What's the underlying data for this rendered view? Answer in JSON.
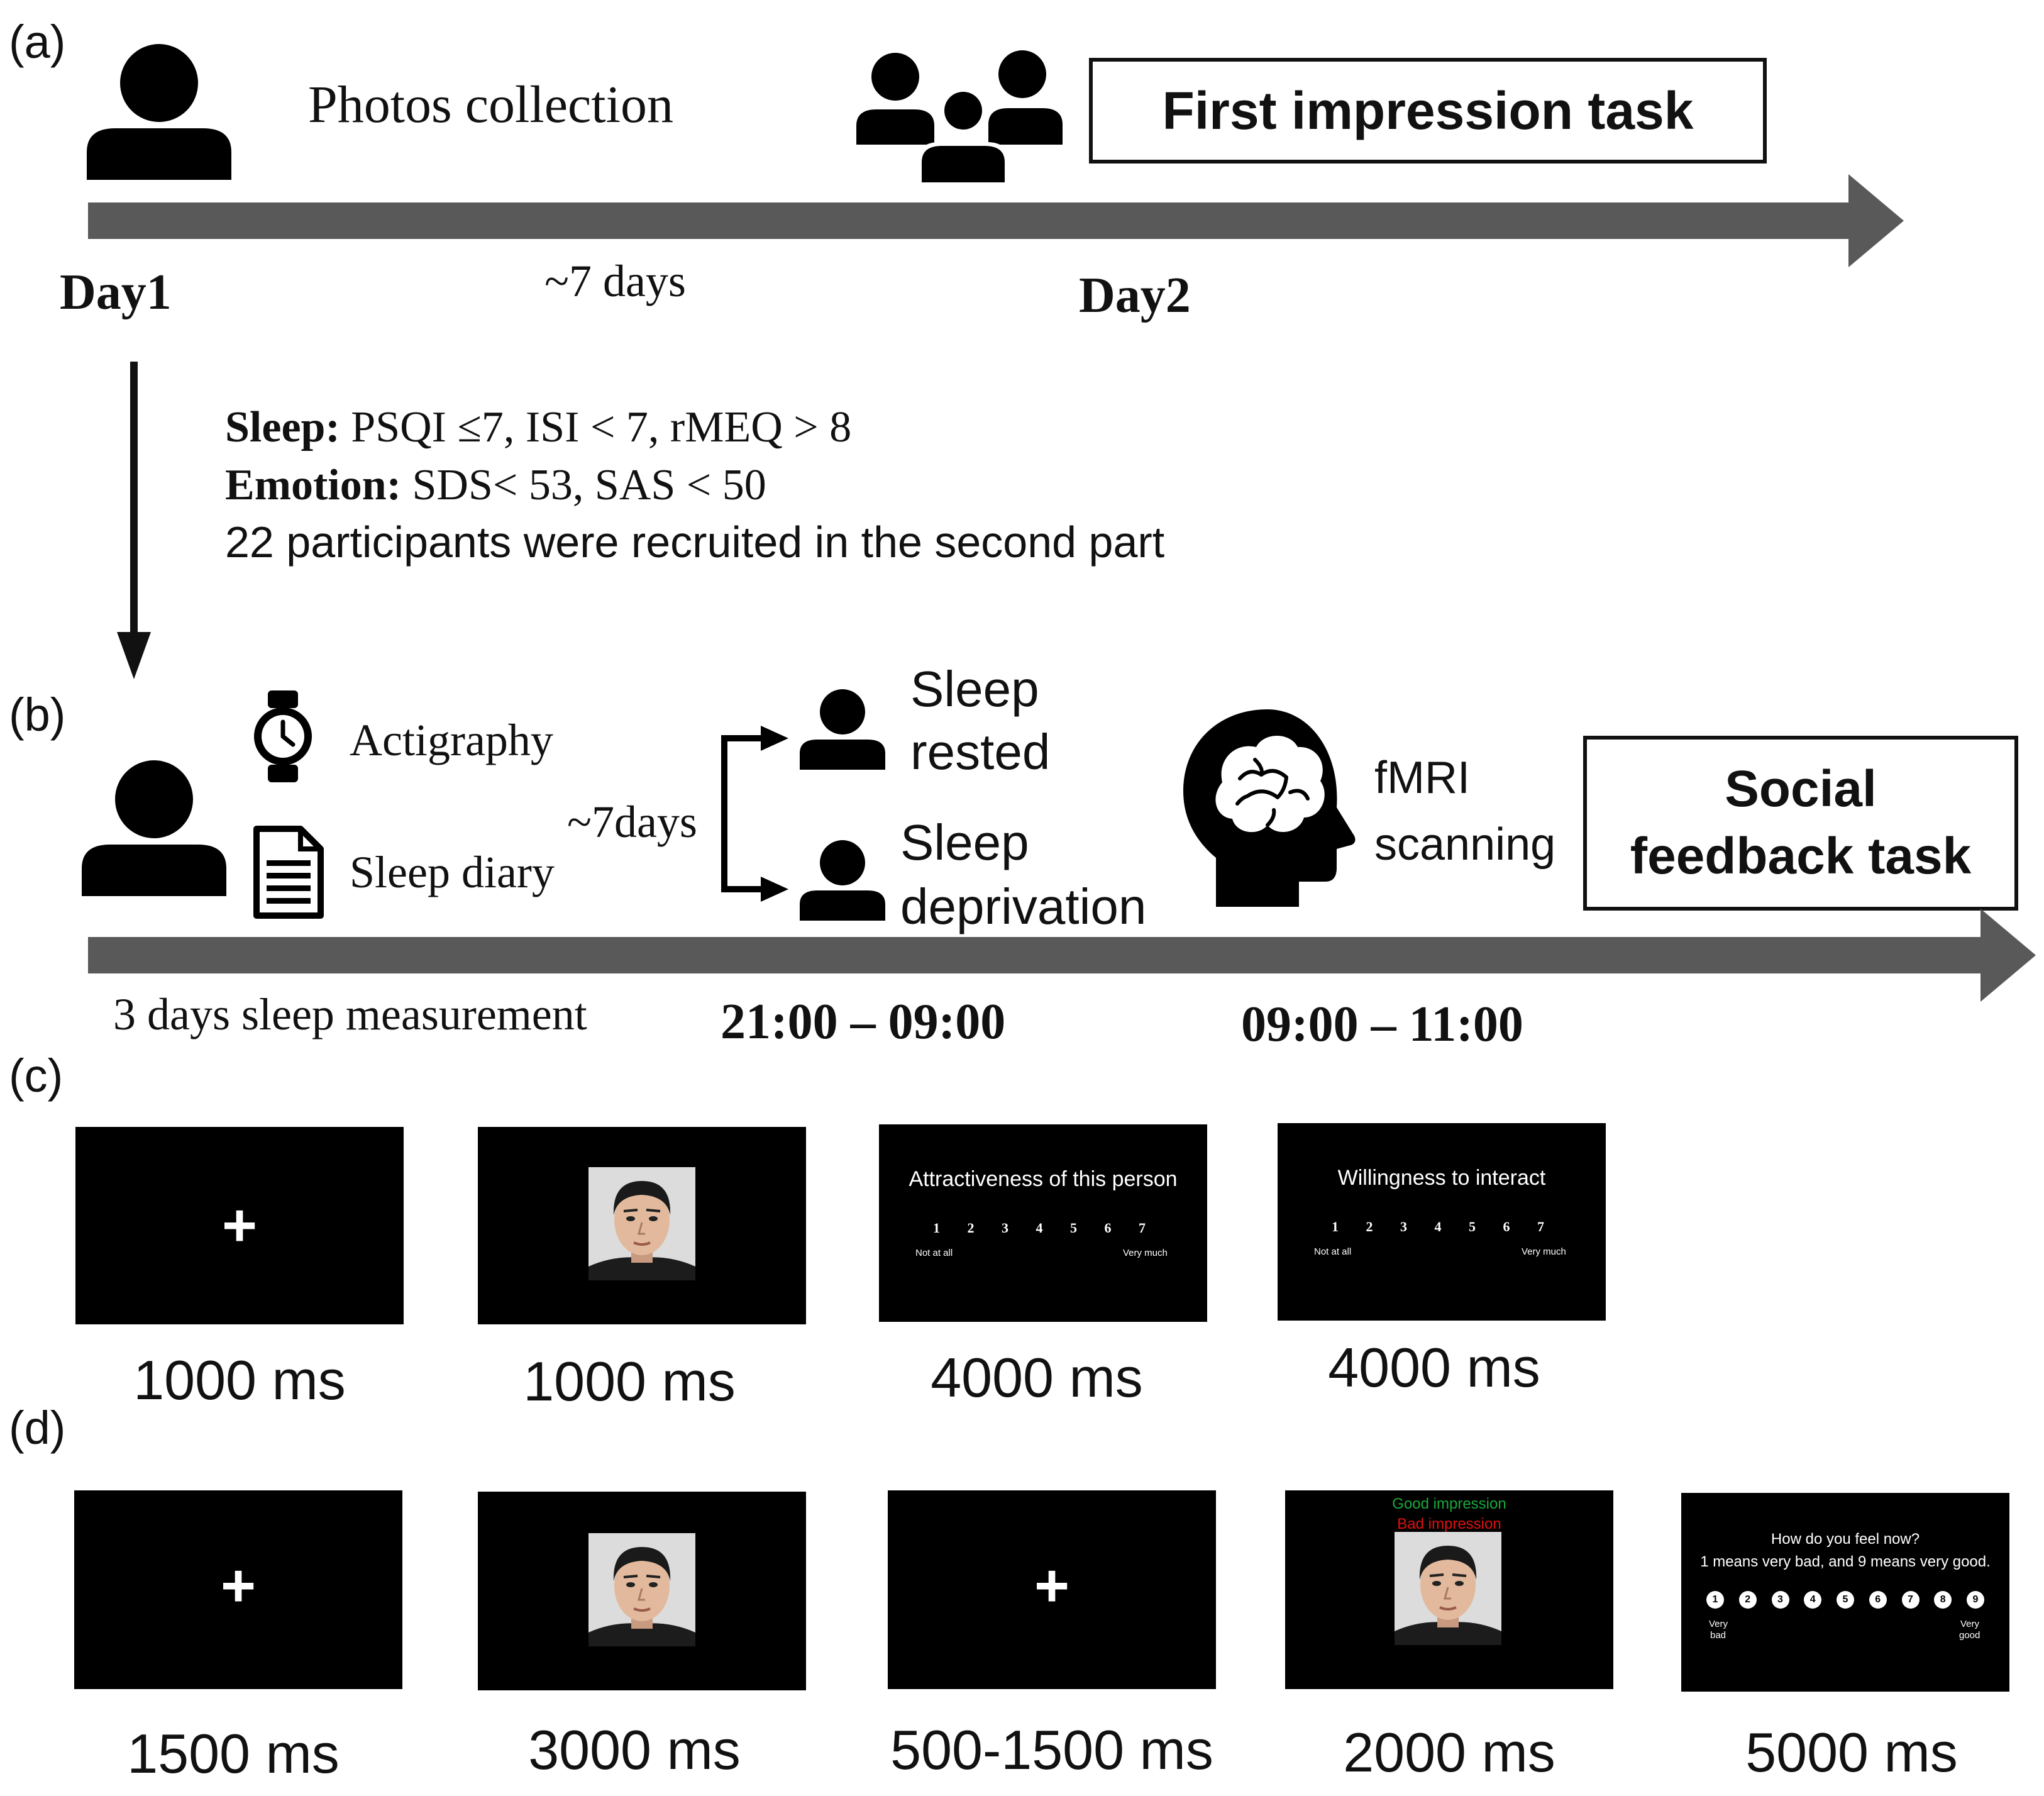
{
  "panels": {
    "a": "(a)",
    "b": "(b)",
    "c": "(c)",
    "d": "(d)"
  },
  "timeline_a": {
    "photos_label": "Photos collection",
    "task_box": "First impression task",
    "day1": "Day1",
    "interval": "~7 days",
    "day2": "Day2"
  },
  "criteria": {
    "sleep_label": "Sleep:",
    "sleep_text": " PSQI ≤7, ISI  < 7, rMEQ > 8",
    "emotion_label": "Emotion:",
    "emotion_text": " SDS< 53, SAS < 50",
    "recruit": "22 participants were recruited in the second part"
  },
  "timeline_b": {
    "actigraphy": "Actigraphy",
    "sleep_diary": "Sleep diary",
    "interval": "~7days",
    "rested_1": "Sleep",
    "rested_2": "rested",
    "deprivation_1": "Sleep",
    "deprivation_2": "deprivation",
    "fmri_1": "fMRI",
    "fmri_2": "scanning",
    "task_box_1": "Social",
    "task_box_2": "feedback task",
    "measurement": "3 days sleep measurement",
    "time1": "21:00 – 09:00",
    "time2": "09:00 – 11:00"
  },
  "trial_c": {
    "durations": [
      "1000 ms",
      "1000 ms",
      "4000 ms",
      "4000 ms"
    ],
    "fixation": "+",
    "rating1_title": "Attractiveness of this person",
    "rating2_title": "Willingness to interact",
    "scale": [
      "1",
      "2",
      "3",
      "4",
      "5",
      "6",
      "7"
    ],
    "scale_low": "Not at all",
    "scale_high": "Very much"
  },
  "trial_d": {
    "durations": [
      "1500 ms",
      "3000 ms",
      "500-1500 ms",
      "2000 ms",
      "5000 ms"
    ],
    "fixation": "+",
    "good": "Good impression",
    "bad": "Bad impression",
    "question1": "How do you feel now?",
    "question2": "1 means very bad, and 9 means very good.",
    "scale9": [
      "1",
      "2",
      "3",
      "4",
      "5",
      "6",
      "7",
      "8",
      "9"
    ],
    "low1": "Very",
    "low2": "bad",
    "high1": "Very",
    "high2": "good"
  },
  "colors": {
    "arrow_gray": "#595959",
    "good_green": "#19a83a",
    "bad_red": "#e01010"
  }
}
